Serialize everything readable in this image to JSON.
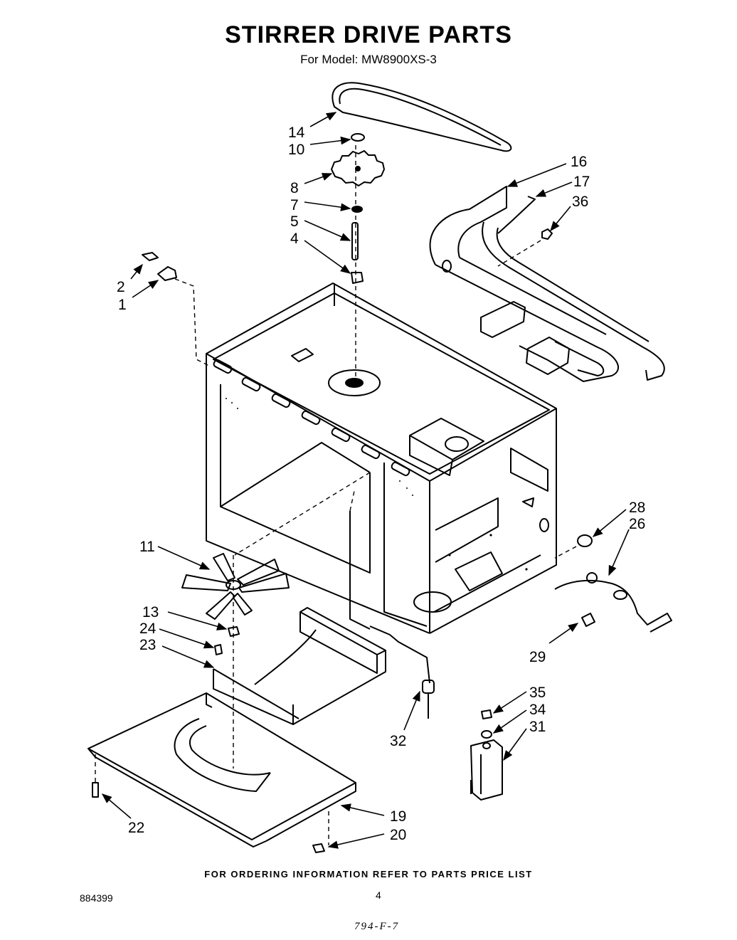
{
  "header": {
    "title": "STIRRER DRIVE PARTS",
    "subtitle": "For Model: MW8900XS-3"
  },
  "callouts": {
    "p14": "14",
    "p10": "10",
    "p8": "8",
    "p7": "7",
    "p5": "5",
    "p4": "4",
    "p2": "2",
    "p1": "1",
    "p16": "16",
    "p17": "17",
    "p36": "36",
    "p11": "11",
    "p28": "28",
    "p26": "26",
    "p13": "13",
    "p24": "24",
    "p23": "23",
    "p29": "29",
    "p35": "35",
    "p34": "34",
    "p31": "31",
    "p32": "32",
    "p22": "22",
    "p19": "19",
    "p20": "20"
  },
  "footer": {
    "note": "FOR ORDERING INFORMATION REFER TO PARTS PRICE LIST",
    "doc_number": "884399",
    "page_number": "4",
    "handwritten_code": "794-F-7"
  }
}
